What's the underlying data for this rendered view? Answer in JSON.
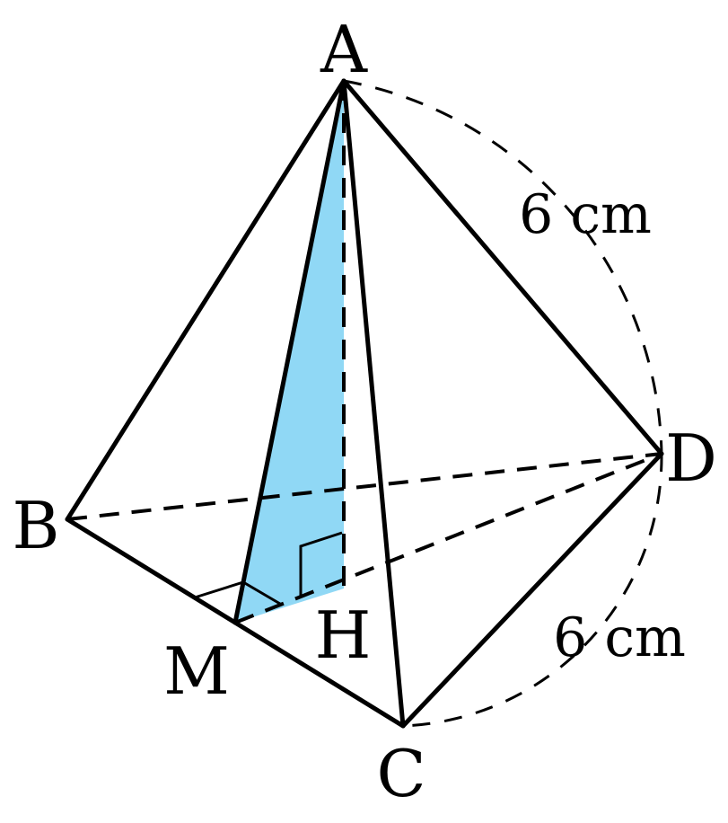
{
  "points": {
    "A": "A",
    "B": "B",
    "C": "C",
    "D": "D",
    "M": "M",
    "H": "H"
  },
  "measurements": {
    "ad_length": "6 cm",
    "dc_length": "6 cm"
  },
  "colors": {
    "shaded_triangle": "#90D8F5",
    "lines": "#000000"
  }
}
